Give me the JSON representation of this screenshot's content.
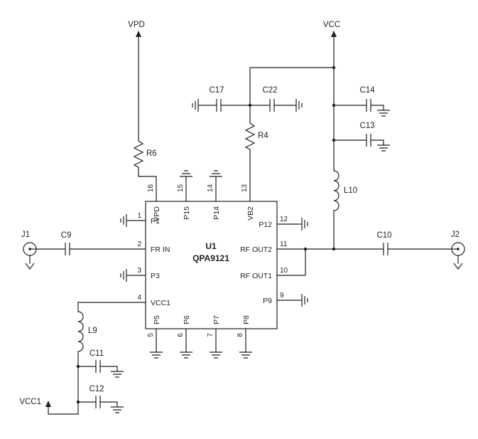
{
  "nets": {
    "vpd": "VPD",
    "vcc": "VCC",
    "vcc1": "VCC1"
  },
  "ic": {
    "ref": "U1",
    "part": "QPA9121",
    "left_pins": [
      {
        "num": "1",
        "name": "P1"
      },
      {
        "num": "2",
        "name": "FR IN"
      },
      {
        "num": "3",
        "name": "P3"
      },
      {
        "num": "4",
        "name": "VCC1"
      }
    ],
    "right_pins": [
      {
        "num": "12",
        "name": "P12"
      },
      {
        "num": "11",
        "name": "RF OUT2"
      },
      {
        "num": "10",
        "name": "RF OUT1"
      },
      {
        "num": "9",
        "name": "P9"
      }
    ],
    "top_pins": [
      {
        "num": "16",
        "name": "VPD"
      },
      {
        "num": "15",
        "name": "P15"
      },
      {
        "num": "14",
        "name": "P14"
      },
      {
        "num": "13",
        "name": "VB2"
      }
    ],
    "bottom_pins": [
      {
        "num": "5",
        "name": "P5"
      },
      {
        "num": "6",
        "name": "P6"
      },
      {
        "num": "7",
        "name": "P7"
      },
      {
        "num": "8",
        "name": "P8"
      }
    ]
  },
  "components": {
    "j1": "J1",
    "j2": "J2",
    "c9": "C9",
    "c10": "C10",
    "c11": "C11",
    "c12": "C12",
    "c13": "C13",
    "c14": "C14",
    "c17": "C17",
    "c22": "C22",
    "r4": "R4",
    "r6": "R6",
    "l9": "L9",
    "l10": "L10"
  }
}
